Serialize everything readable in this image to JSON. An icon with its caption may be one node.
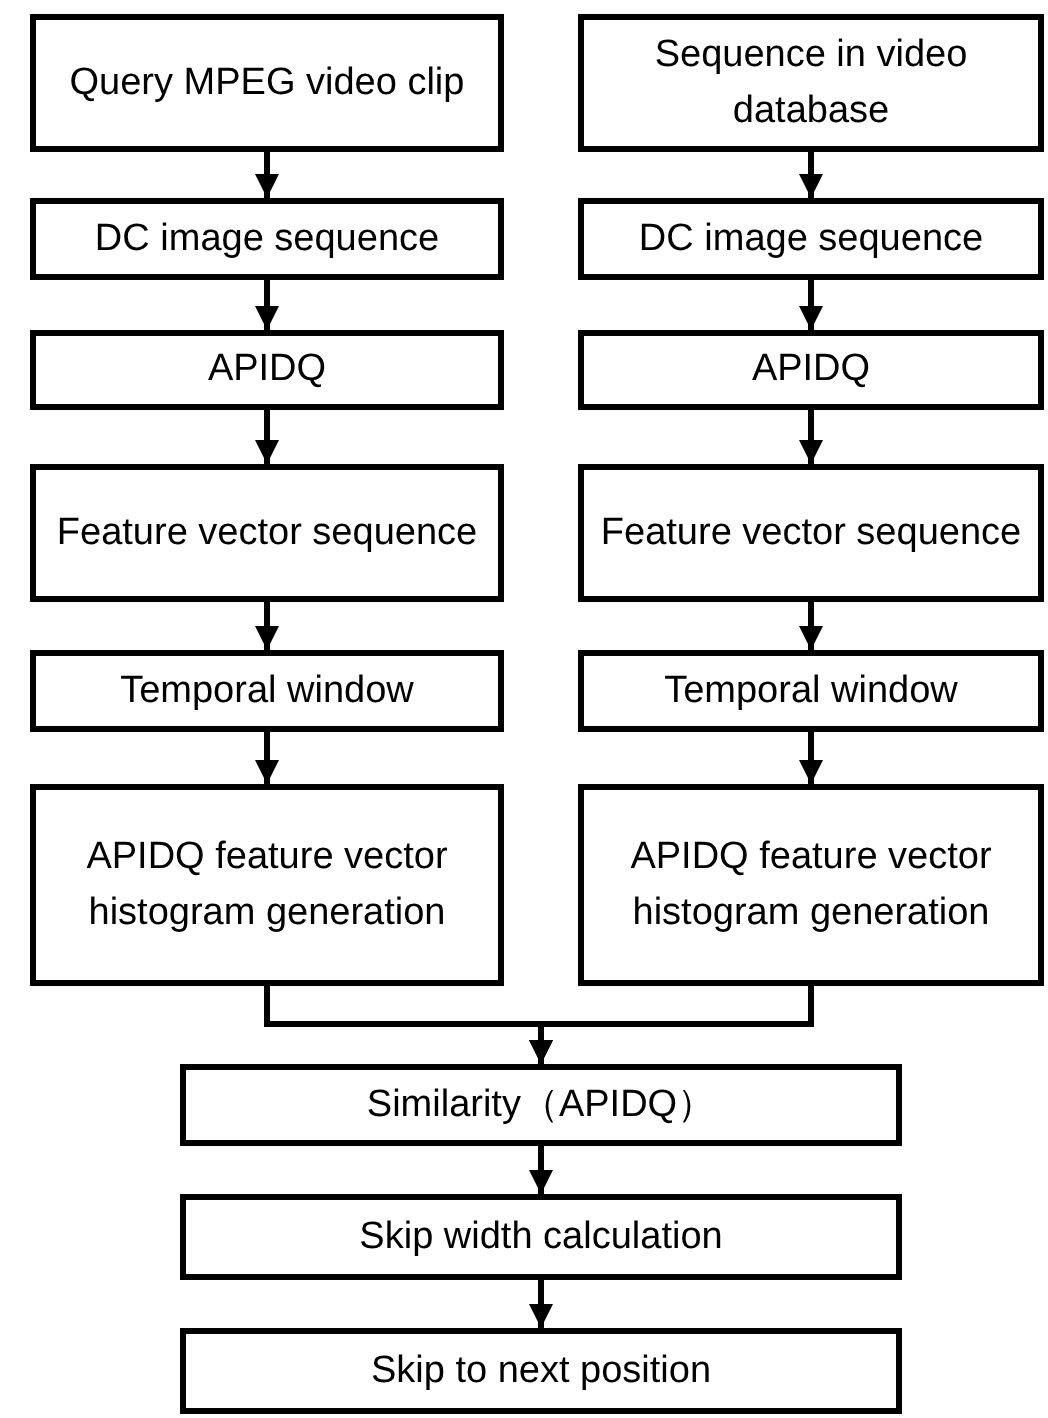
{
  "diagram": {
    "nodes": [
      {
        "text": [
          "Query MPEG video clip"
        ]
      },
      {
        "text": [
          "DC image sequence"
        ]
      },
      {
        "text": [
          "APIDQ"
        ]
      },
      {
        "text": [
          "Feature vector sequence"
        ]
      },
      {
        "text": [
          "Temporal window"
        ]
      },
      {
        "text": [
          "APIDQ feature vector histogram generation"
        ]
      },
      {
        "text": [
          "Sequence in video database"
        ]
      },
      {
        "text": [
          "DC image sequence"
        ]
      },
      {
        "text": [
          "APIDQ"
        ]
      },
      {
        "text": [
          "Feature vector sequence"
        ]
      },
      {
        "text": [
          "Temporal window"
        ]
      },
      {
        "text": [
          "APIDQ feature vector histogram generation"
        ]
      },
      {
        "text": [
          "Similarity（APIDQ）"
        ]
      },
      {
        "text": [
          "Skip width calculation"
        ]
      },
      {
        "text": [
          "Skip to next position"
        ]
      }
    ],
    "edges": [
      {
        "from": 0,
        "to": 1,
        "arrow": "to"
      },
      {
        "from": 1,
        "to": 2,
        "arrow": "to"
      },
      {
        "from": 2,
        "to": 3,
        "arrow": "to"
      },
      {
        "from": 3,
        "to": 4,
        "arrow": "to"
      },
      {
        "from": 4,
        "to": 5,
        "arrow": "to"
      },
      {
        "from": 6,
        "to": 7,
        "arrow": "to"
      },
      {
        "from": 7,
        "to": 8,
        "arrow": "to"
      },
      {
        "from": 8,
        "to": 9,
        "arrow": "to"
      },
      {
        "from": 9,
        "to": 10,
        "arrow": "to"
      },
      {
        "from": 10,
        "to": 11,
        "arrow": "to"
      },
      {
        "from": 5,
        "to": 12,
        "arrow": "to"
      },
      {
        "from": 11,
        "to": 12,
        "arrow": "to"
      },
      {
        "from": 12,
        "to": 13,
        "arrow": "to"
      },
      {
        "from": 13,
        "to": 14,
        "arrow": "to"
      }
    ]
  }
}
